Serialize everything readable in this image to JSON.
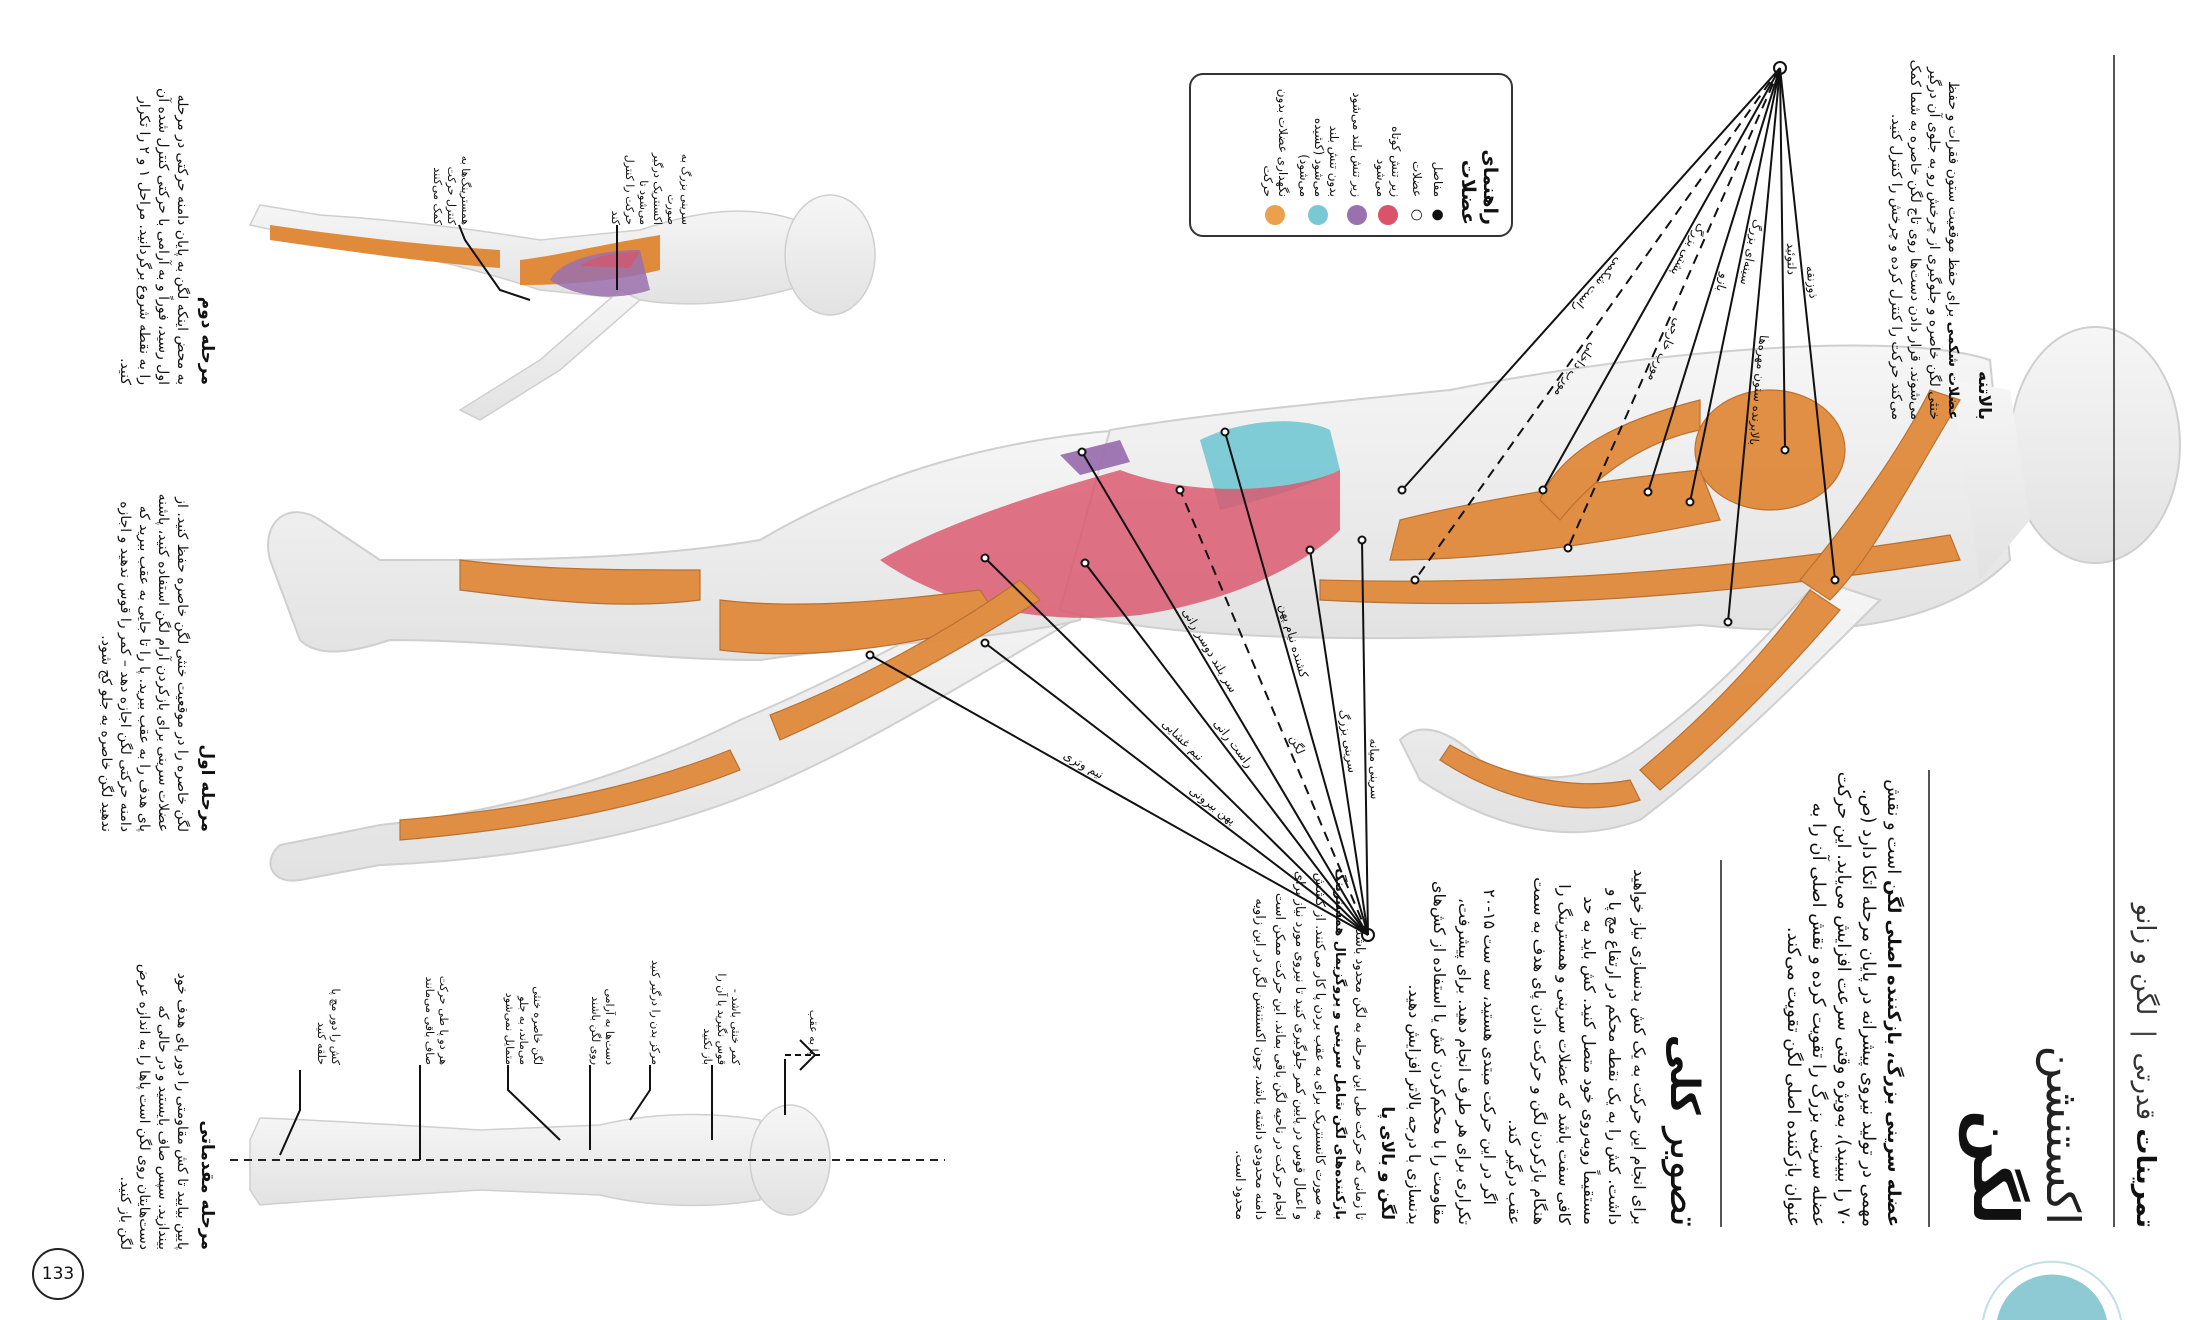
{
  "header": {
    "section_bold": "تمرینات",
    "section_light": "قدرتی",
    "separator": "|",
    "subsection": "لگن و زانو"
  },
  "title": {
    "thin": "اکستنشن",
    "bold": "لگن"
  },
  "intro": {
    "bold": "عضله سرینی بزرگ، بازکننده اصلی لگن",
    "text": " است و نقش مهمی در تولید نیروی پیشرانه در پایان مرحله اتکا دارد (ص. ۷۰ را ببینید)، به‌ویژه وقتی سرعت افزایش می‌یابد. این حرکت عضله سرینی بزرگ را تقویت کرده و نقش اصلی آن را به عنوان بازکننده اصلی لگن تقویت می‌کند."
  },
  "upper_body": {
    "heading": "بالاتنه",
    "bold": "عضلات شکمی",
    "text": " برای حفظ موقعیت ستون فقرات و حفظ خنثی لگن خاصره و جلوگیری از چرخش رو به جلوی آن درگیر می‌شوند. قرار دادن دست‌ها روی تاج لگن خاصره به شما کمک می‌کند حرکت را کنترل کرده و چرخش را کنترل کنید."
  },
  "overview": {
    "heading_light": "تصویر",
    "heading_bold": "کلی",
    "p1": "برای انجام این حرکت به یک کش بدنسازی نیاز خواهید داشت. کش را به یک نقطه محکم در ارتفاع مچ پا و مستقیماً روبه‌روی خود متصل کنید. کش باید به حد کافی سفت باشد که عضلات سرینی و همسترینگ را هنگام بازکردن لگن و حرکت دادن پای هدف به سمت عقب درگیر کند.",
    "p2": "اگر در این حرکت مبتدی هستید، سه ست ۱۵-۲۰ تکراری برای هر طرف انجام دهید. برای پیشرفت، مقاومت را با محکم‌کردن کش یا استفاده از کش‌های بدنسازی با درجه بالاتر افزایش دهید."
  },
  "hip_section": {
    "heading": "لگن و بالای پا",
    "text1": "تا زمانی که حرکت طی این مرحله به لگن محدود باشد، ",
    "bold": "بازکننده‌های لگن شامل سرینی و پروگزیمال همسترینگ",
    "text2": " به صورت کانسنتریک برای به عقب بردن پا کار می‌کنند. از کشش و اعمال قوس در پایین کمر جلوگیری کنید تا نیروی مورد نیاز برای انجام حرکت در ناحیه لگن باقی بماند. این حرکت ممکن است دامنه محدودی داشته باشد، چون اکستنشن لگن در این زاویه محدود است."
  },
  "legend": {
    "title": "راهنمای عضلات",
    "items": [
      {
        "marker": "joint",
        "label": "مفاصل"
      },
      {
        "marker": "muscle",
        "label": "عضلات"
      },
      {
        "color": "#d9546a",
        "label": "زیر تنش کوتاه می‌شود"
      },
      {
        "color": "#9a70ae",
        "label": "زیر تنش بلند می‌شود"
      },
      {
        "color": "#79c9d4",
        "label": "بدون تنش بلند می‌شود (کشیده می‌شود)"
      },
      {
        "color": "#eba04e",
        "label": "نگهداری عضلات بدون حرکت"
      }
    ]
  },
  "stages": {
    "stage2": {
      "heading": "مرحله دوم",
      "text": "به محض اینکه لگن به پایان دامنه حرکتی در مرحله اول رسید، فوراً و به آرامی با حرکتی کنترل شده آن را به نقطه شروع برگردانید. مراحل ۱ و ۲ را تکرار کنید."
    },
    "stage1": {
      "heading": "مرحله اول",
      "text": "لگن خاصره را در موقعیت خنثی لگن خاصره حفظ کنید. از عضلات سرینی برای بازکردن آرام لگن استفاده کنید، پاشنه پای هدف را به عقب ببرید. پا را تا جایی به عقب ببرید که دامنه حرکتی لگن اجازه دهد – کمر را قوس ندهید و اجازه ندهید لگن خاصره به جلو کج شود."
    },
    "prep": {
      "heading": "مرحله مقدماتی",
      "text": "پایین بیایید تا کش مقاومتی را دور پای هدف خود بیندازید. سپس صاف بایستید و در حالی که دست‌هایتان روی لگن است پاها را به اندازه عرض لگن باز کنید."
    }
  },
  "stage2_labels": [
    "همسترینگ‌ها به کنترل حرکت کمک می‌کنند",
    "سرینی بزرگ به صورت اکسنتریک درگیر می‌شود تا حرکت را کنترل کند"
  ],
  "prep_labels": [
    "کش را دور مچ پا حلقه کنید",
    "هر دو پا طی حرکت صاف باقی می‌مانند",
    "لگن خاصره خنثی می‌ماند، به جلو متمایل نمی‌شود",
    "دست‌ها به آرامی روی لگن باشند",
    "مرکز بدن را درگیر کنید",
    "کمر خنثی باشد - قوس نگیرید یا آن را باز نکنید",
    "پا به عقب"
  ],
  "muscle_labels_top": [
    "ذوزنقه",
    "دلتوئید",
    "بالابرنده ستون مهره‌ها",
    "سینه‌ای بزرگ",
    "بازو",
    "مورب خارجی",
    "پشتی بزرگ",
    "راست شکمی",
    "مورب داخلی"
  ],
  "muscle_labels_bottom": [
    "سرینی میانه",
    "سرینی بزرگ",
    "کشنده نیام پهن",
    "لگن",
    "راست رانی",
    "سر بلند دوسر رانی",
    "پهن بیرونی",
    "نیم غشایی",
    "نیم وتری"
  ],
  "colors": {
    "muscle": "#e08a3c",
    "shortening": "#d9546a",
    "lengthening": "#9a70ae",
    "stretch": "#79c9d4",
    "accent": "#8ecad3"
  },
  "page_number": "133"
}
